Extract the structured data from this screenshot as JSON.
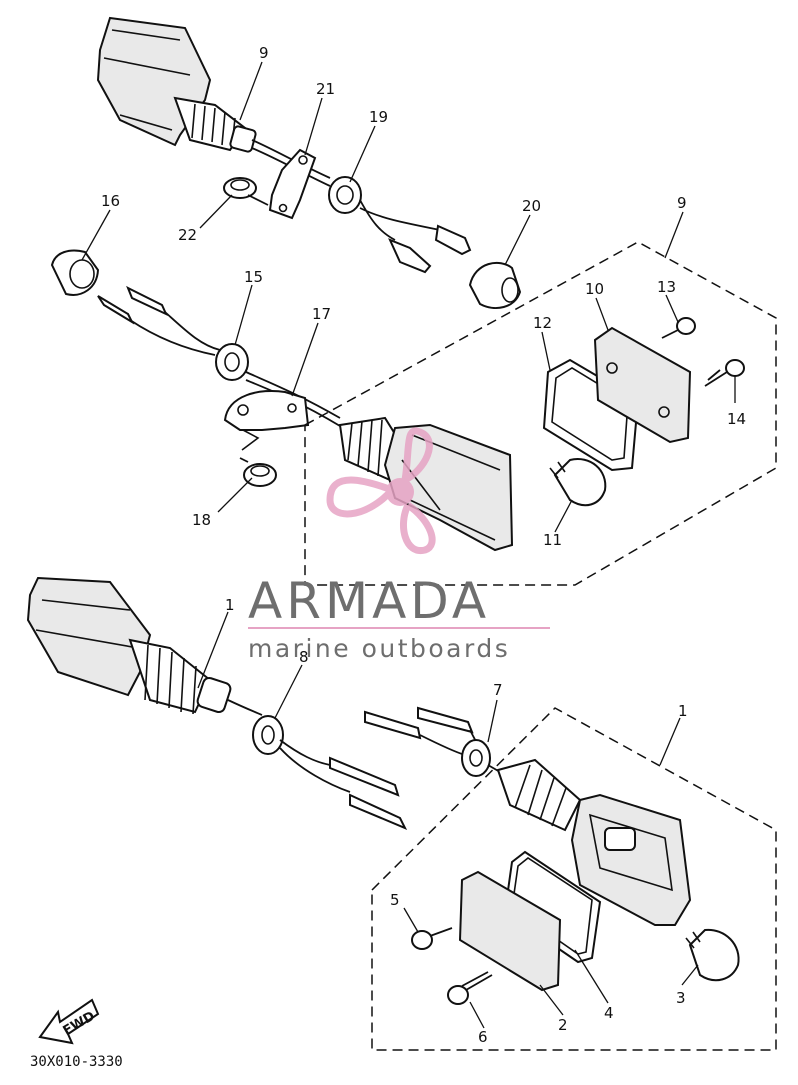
{
  "callouts": [
    {
      "id": "c9a",
      "text": "9"
    },
    {
      "id": "c21",
      "text": "21"
    },
    {
      "id": "c19",
      "text": "19"
    },
    {
      "id": "c22",
      "text": "22"
    },
    {
      "id": "c16",
      "text": "16"
    },
    {
      "id": "c20",
      "text": "20"
    },
    {
      "id": "c9b",
      "text": "9"
    },
    {
      "id": "c15",
      "text": "15"
    },
    {
      "id": "c17",
      "text": "17"
    },
    {
      "id": "c10",
      "text": "10"
    },
    {
      "id": "c13",
      "text": "13"
    },
    {
      "id": "c12",
      "text": "12"
    },
    {
      "id": "c14",
      "text": "14"
    },
    {
      "id": "c18",
      "text": "18"
    },
    {
      "id": "c11",
      "text": "11"
    },
    {
      "id": "c1a",
      "text": "1"
    },
    {
      "id": "c8",
      "text": "8"
    },
    {
      "id": "c7",
      "text": "7"
    },
    {
      "id": "c1b",
      "text": "1"
    },
    {
      "id": "c5",
      "text": "5"
    },
    {
      "id": "c3",
      "text": "3"
    },
    {
      "id": "c4",
      "text": "4"
    },
    {
      "id": "c6",
      "text": "6"
    },
    {
      "id": "c2",
      "text": "2"
    }
  ],
  "watermark": {
    "brand": "ARMADA",
    "tagline": "marine outboards",
    "logo_color": "#e6a3c4",
    "text_color": "#6e6e6e"
  },
  "fwd_label": "FWD",
  "diagram_code": "30X010-3330",
  "icons": [
    "propeller-logo-icon",
    "fwd-arrow-icon"
  ]
}
